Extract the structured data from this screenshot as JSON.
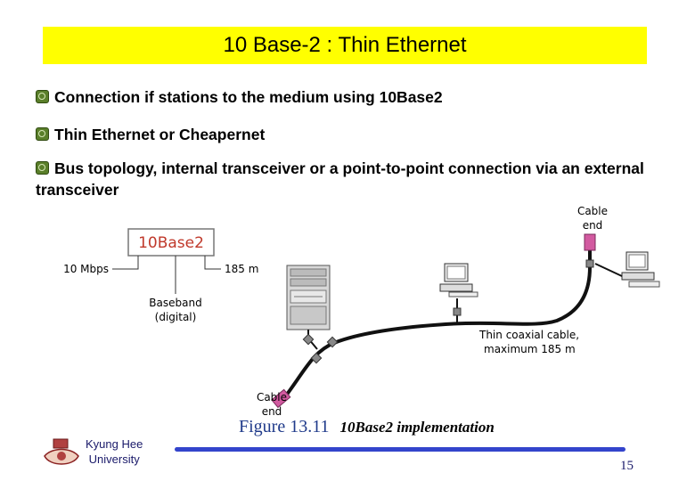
{
  "title": "10 Base-2 : Thin Ethernet",
  "bullets": [
    "Connection if stations to the medium using 10Base2",
    "Thin Ethernet or Cheapernet",
    "Bus topology, internal transceiver or a point-to-point connection via an external transceiver"
  ],
  "diagram": {
    "name_box": "10Base2",
    "rate": "10 Mbps",
    "length": "185 m",
    "baseband_line1": "Baseband",
    "baseband_line2": "(digital)",
    "cable_end_top_line1": "Cable",
    "cable_end_top_line2": "end",
    "cable_end_bottom_line1": "Cable",
    "cable_end_bottom_line2": "end",
    "coax_line1": "Thin coaxial cable,",
    "coax_line2": "maximum 185 m",
    "colors": {
      "cable": "#111111",
      "terminator": "#d25aa0",
      "name_box_text": "#c0392b"
    }
  },
  "figure": {
    "number": "Figure 13.11",
    "description": "10Base2 implementation"
  },
  "footer": {
    "institution_line1": "Kyung Hee",
    "institution_line2": "University",
    "page": "15"
  }
}
